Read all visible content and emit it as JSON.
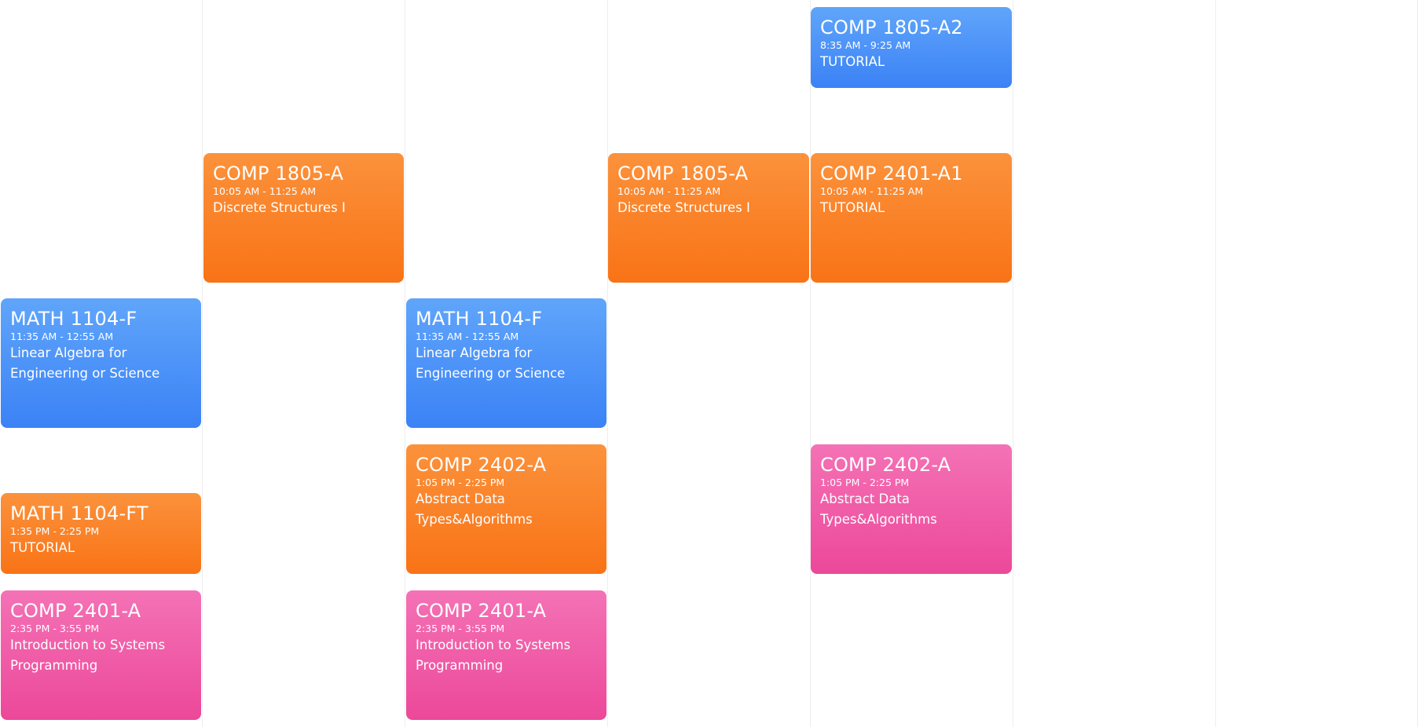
{
  "events": [
    {
      "code": "COMP 1805-A2",
      "time": "8:35 AM - 9:25 AM",
      "desc": "TUTORIAL"
    },
    {
      "code": "COMP 1805-A",
      "time": "10:05 AM - 11:25 AM",
      "desc": "Discrete Structures I"
    },
    {
      "code": "COMP 1805-A",
      "time": "10:05 AM - 11:25 AM",
      "desc": "Discrete Structures I"
    },
    {
      "code": "COMP 2401-A1",
      "time": "10:05 AM - 11:25 AM",
      "desc": "TUTORIAL"
    },
    {
      "code": "MATH 1104-F",
      "time": "11:35 AM - 12:55 AM",
      "desc": "Linear Algebra for Engineering or Science"
    },
    {
      "code": "MATH 1104-F",
      "time": "11:35 AM - 12:55 AM",
      "desc": "Linear Algebra for Engineering or Science"
    },
    {
      "code": "COMP 2402-A",
      "time": "1:05 PM - 2:25 PM",
      "desc": "Abstract Data Types&Algorithms"
    },
    {
      "code": "COMP 2402-A",
      "time": "1:05 PM - 2:25 PM",
      "desc": "Abstract Data Types&Algorithms"
    },
    {
      "code": "MATH 1104-FT",
      "time": "1:35 PM - 2:25 PM",
      "desc": "TUTORIAL"
    },
    {
      "code": "COMP 2401-A",
      "time": "2:35 PM - 3:55 PM",
      "desc": "Introduction to Systems Programming"
    },
    {
      "code": "COMP 2401-A",
      "time": "2:35 PM - 3:55 PM",
      "desc": "Introduction to Systems Programming"
    }
  ],
  "colors": {
    "orange": "#f97316",
    "blue": "#3b82f6",
    "pink": "#ec4899",
    "grid_line": "#eeeeee"
  }
}
